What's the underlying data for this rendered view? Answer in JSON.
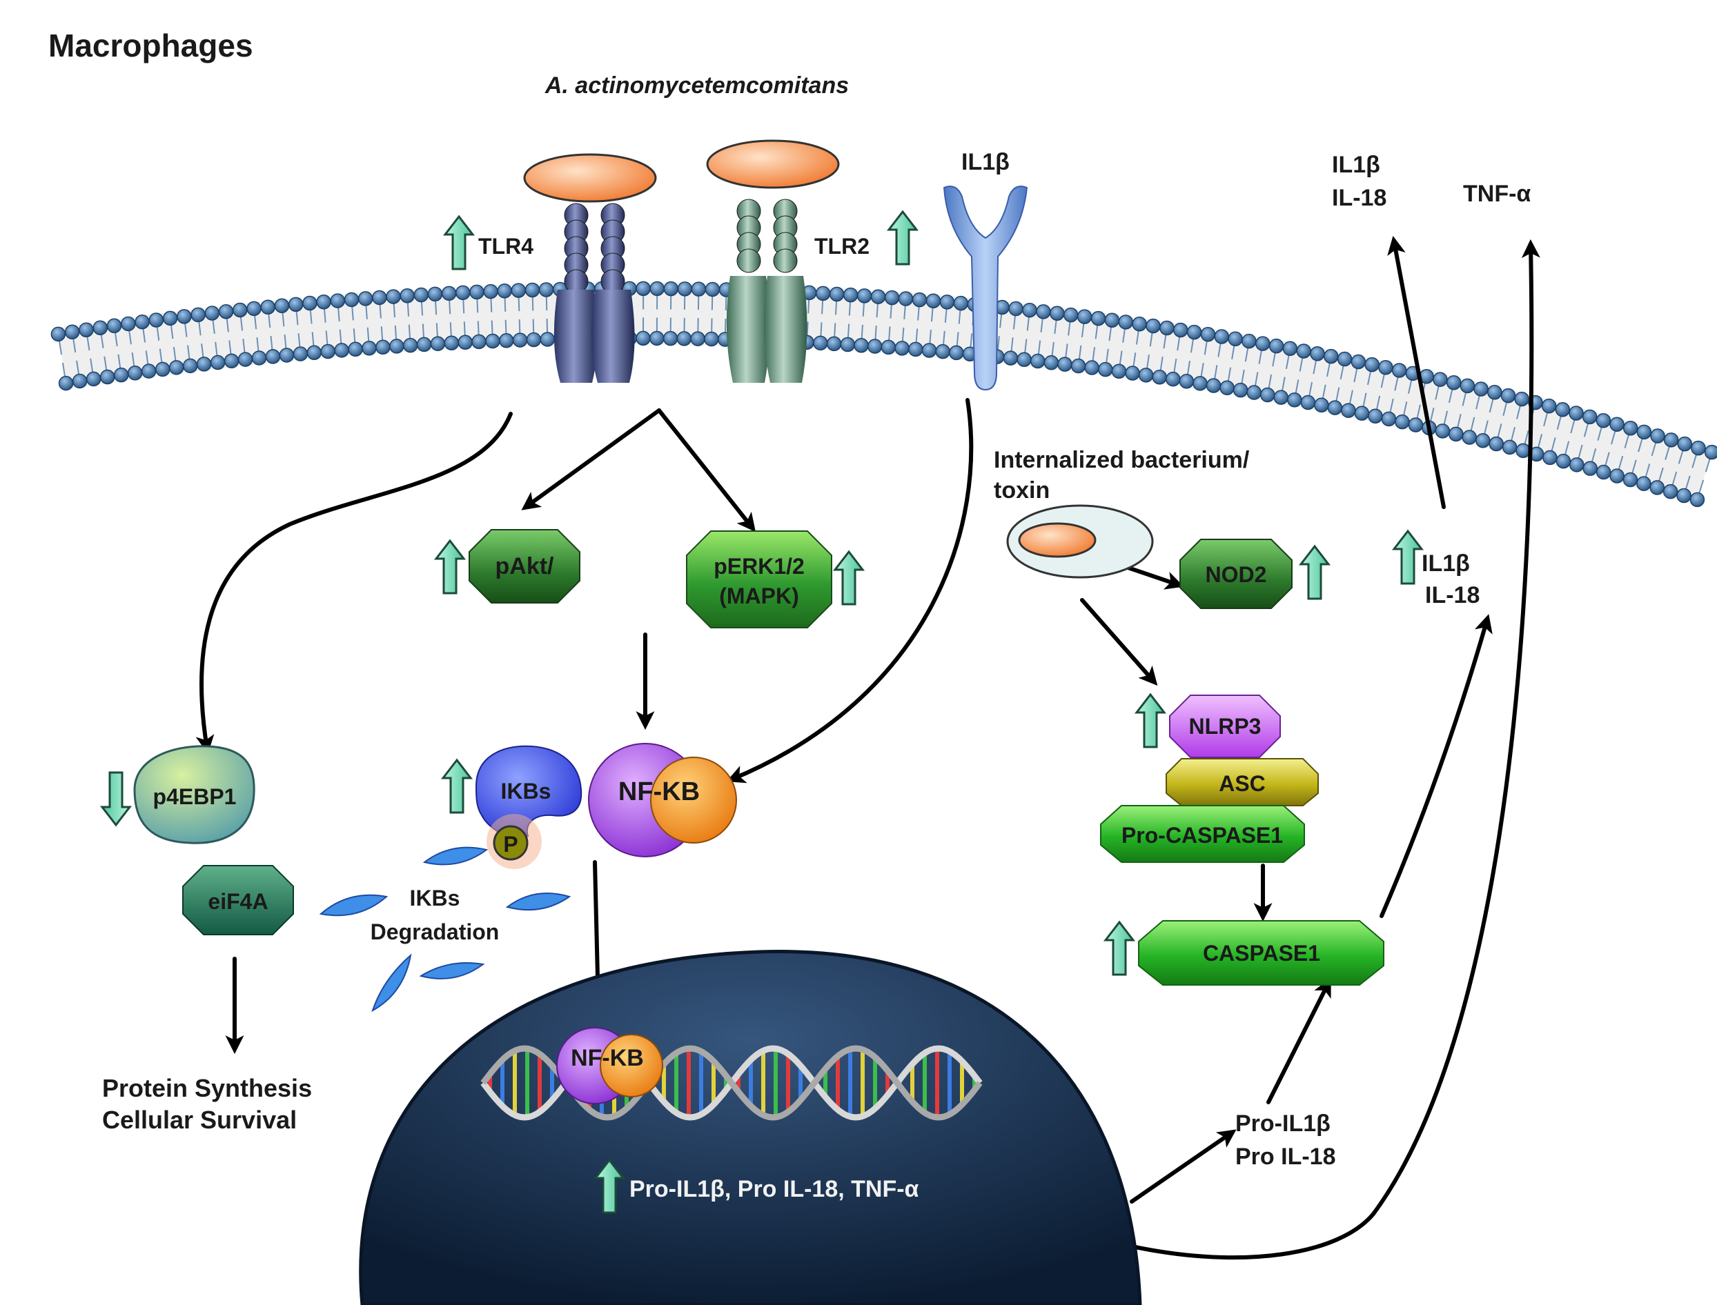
{
  "title": "Macrophages",
  "pathogen": "A. actinomycetemcomitans",
  "receptors": {
    "tlr4": "TLR4",
    "tlr2": "TLR2",
    "il1b": "IL1β"
  },
  "secreted": {
    "il1b": "IL1β",
    "il18": "IL-18",
    "tnfa": "TNF-α"
  },
  "internalized": {
    "line1": "Internalized bacterium/",
    "line2": "toxin"
  },
  "kinases": {
    "pakt": "pAkt/",
    "perk_line1": "pERK1/2",
    "perk_line2": "(MAPK)"
  },
  "inflammasome": {
    "nod2": "NOD2",
    "nlrp3": "NLRP3",
    "asc": "ASC",
    "procasp": "Pro-CASPASE1",
    "casp": "CASPASE1"
  },
  "intracellular_mature": {
    "il1b": "IL1β",
    "il18": "IL-18"
  },
  "translation": {
    "p4ebp1": "p4EBP1",
    "eif4a": "eiF4A",
    "out_line1": "Protein Synthesis",
    "out_line2": "Cellular Survival"
  },
  "nfkb": {
    "ikbs": "IKBs",
    "nfkb": "NF-KB",
    "p": "P",
    "deg_line1": "IKBs",
    "deg_line2": "Degradation",
    "nuclear": "NF-KB"
  },
  "nucleus": {
    "products": "Pro-IL1β, Pro IL-18, TNF-α"
  },
  "pro_cytokines": {
    "line1": "Pro-IL1β",
    "line2": "Pro IL-18"
  },
  "colors": {
    "membrane": "#3e6fa3",
    "up_arrow": "#7fe0c0",
    "green_box": "#3aa03a",
    "nucleus": "#1c3556"
  }
}
